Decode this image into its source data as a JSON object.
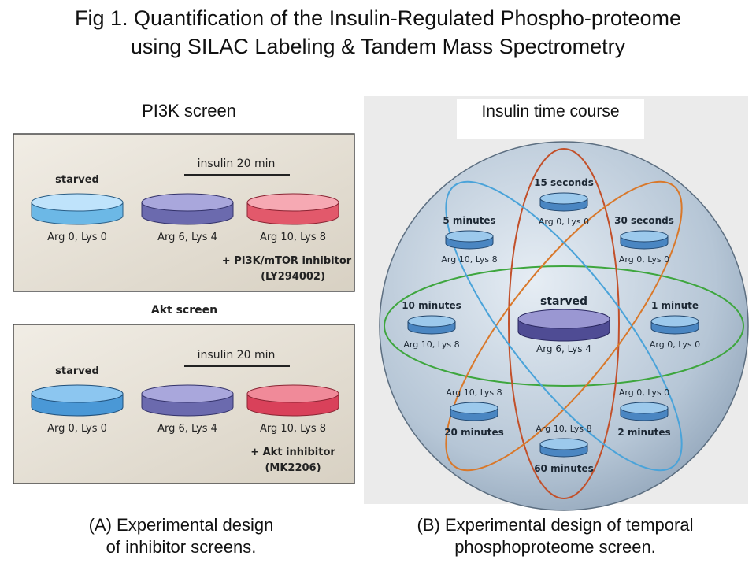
{
  "title_line1": "Fig 1. Quantification of the Insulin-Regulated Phospho-proteome",
  "title_line2": "using SILAC Labeling & Tandem Mass Spectrometry",
  "panel_a": {
    "heading": "PI3K screen",
    "mid_heading": "Akt screen",
    "boxes": [
      {
        "starved": "starved",
        "insulin": "insulin 20 min",
        "dish_labels": [
          "Arg 0, Lys 0",
          "Arg 6, Lys 4",
          "Arg 10, Lys 8"
        ],
        "inhibitor_line1": "+ PI3K/mTOR inhibitor",
        "inhibitor_line2": "(LY294002)"
      },
      {
        "starved": "starved",
        "insulin": "insulin 20 min",
        "dish_labels": [
          "Arg 0, Lys 0",
          "Arg 6, Lys 4",
          "Arg 10, Lys 8"
        ],
        "inhibitor_line1": "+ Akt inhibitor",
        "inhibitor_line2": "(MK2206)"
      }
    ],
    "caption_line1": "(A) Experimental design",
    "caption_line2": "of inhibitor screens."
  },
  "panel_b": {
    "heading": "Insulin time course",
    "center": {
      "name": "starved",
      "label": "Arg 6, Lys 4"
    },
    "points": [
      {
        "name": "15 seconds",
        "label": "Arg 0, Lys 0"
      },
      {
        "name": "30 seconds",
        "label": "Arg 0, Lys 0"
      },
      {
        "name": "1 minute",
        "label": "Arg 0, Lys 0"
      },
      {
        "name": "2 minutes",
        "label": "Arg 0, Lys 0"
      },
      {
        "name": "60 minutes",
        "label": "Arg 10, Lys 8"
      },
      {
        "name": "20 minutes",
        "label": "Arg 10, Lys 8"
      },
      {
        "name": "10 minutes",
        "label": "Arg 10, Lys 8"
      },
      {
        "name": "5 minutes",
        "label": "Arg 10, Lys 8"
      }
    ],
    "caption_line1": "(B) Experimental design of temporal",
    "caption_line2": "phosphoproteome screen."
  }
}
